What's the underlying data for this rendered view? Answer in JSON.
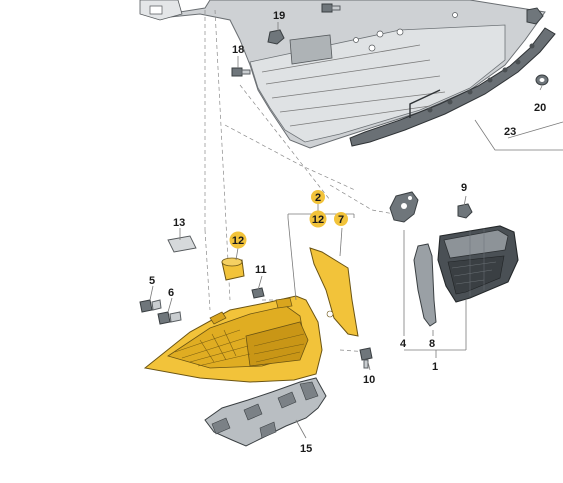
{
  "diagram": {
    "colors": {
      "highlight": "#f2c33a",
      "part_grey": "#c9cdd0",
      "outline": "#3a3f42"
    },
    "callouts": {
      "n1": "1",
      "n2": "2",
      "n4": "4",
      "n5": "5",
      "n6": "6",
      "n7": "7",
      "n8": "8",
      "n9": "9",
      "n10": "10",
      "n11": "11",
      "n12_top": "12",
      "n12_left": "12",
      "n13": "13",
      "n15": "15",
      "n18": "18",
      "n19": "19",
      "n20": "20",
      "n23": "23"
    }
  }
}
